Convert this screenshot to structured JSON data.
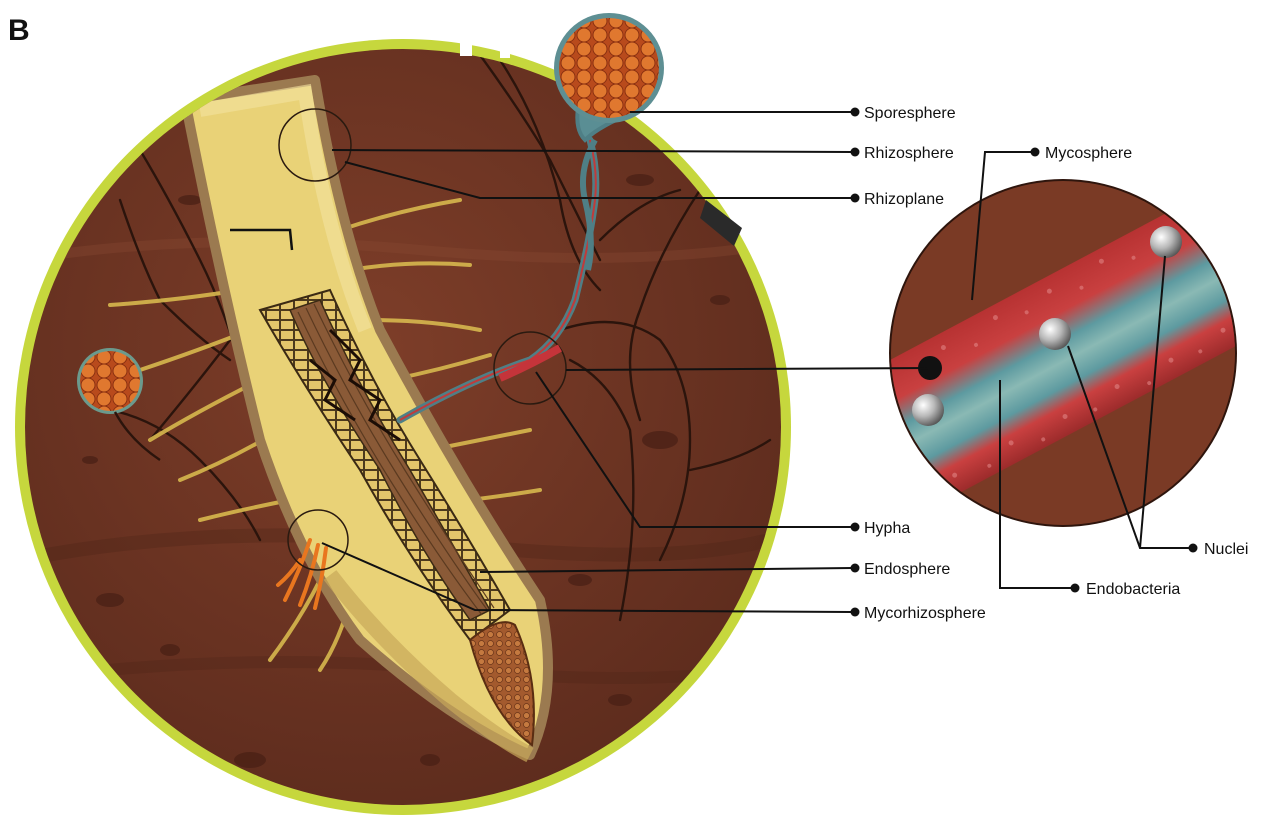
{
  "figure": {
    "panel_letter": "B"
  },
  "labels": {
    "sporesphere": "Sporesphere",
    "rhizosphere": "Rhizosphere",
    "rhizoplane": "Rhizoplane",
    "mycosphere": "Mycosphere",
    "hypha": "Hypha",
    "endosphere": "Endosphere",
    "mycorhizosphere": "Mycorhizosphere",
    "nuclei": "Nuclei",
    "endobacteria": "Endobacteria"
  },
  "colors": {
    "soil": "#6e3524",
    "soil_dark": "#4a2015",
    "rim": "#c9d93f",
    "root": "#e6cf73",
    "root_edge": "#a4825a",
    "hypha_blue": "#5e8f93",
    "hypha_red": "#c5343a",
    "spore": "#d8652a",
    "label_line": "#111111"
  }
}
